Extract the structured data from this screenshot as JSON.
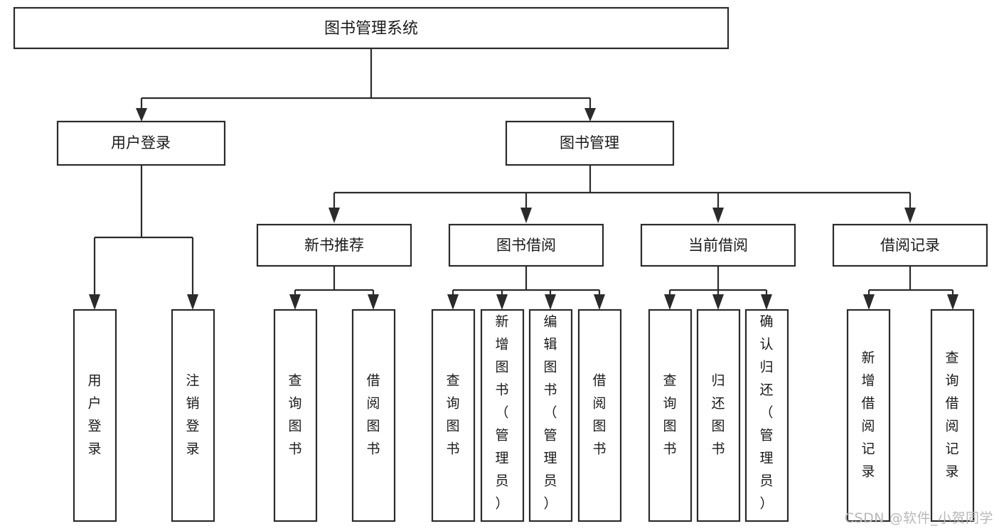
{
  "diagram": {
    "type": "tree-hierarchy-flowchart",
    "title": "图书管理系统",
    "orientation": "top-down",
    "watermark": "CSDN @软件_小贺同学",
    "colors": {
      "box_fill": "#ffffff",
      "box_stroke": "#2b2b2b",
      "text": "#1a1a1a",
      "background": "#ffffff",
      "watermark": "#b8b8b8"
    },
    "levels": {
      "root": "图书管理系统",
      "level2": [
        "用户登录",
        "图书管理"
      ],
      "level3": [
        "新书推荐",
        "图书借阅",
        "当前借阅",
        "借阅记录"
      ],
      "leaves": [
        "用户登录",
        "注销登录",
        "查询图书",
        "借阅图书",
        "查询图书",
        "新增图书（管理员）",
        "编辑图书（管理员）",
        "借阅图书",
        "查询图书",
        "归还图书",
        "确认归还（管理员）",
        "新增借阅记录",
        "查询借阅记录"
      ]
    },
    "nodes": {
      "root": {
        "label": "图书管理系统"
      },
      "user_login": {
        "label": "用户登录"
      },
      "book_manage": {
        "label": "图书管理"
      },
      "new_book_rec": {
        "label": "新书推荐"
      },
      "book_borrow": {
        "label": "图书借阅"
      },
      "current_borrow": {
        "label": "当前借阅"
      },
      "borrow_record": {
        "label": "借阅记录"
      }
    },
    "leaf_nodes": {
      "login_user": {
        "label": "用户登录"
      },
      "logout_user": {
        "label": "注销登录"
      },
      "rec_query_book": {
        "label": "查询图书"
      },
      "rec_borrow_book": {
        "label": "借阅图书"
      },
      "bb_query_book": {
        "label": "查询图书"
      },
      "bb_add_book": {
        "label": "新增图书（管理员）"
      },
      "bb_edit_book": {
        "label": "编辑图书（管理员）"
      },
      "bb_borrow_book": {
        "label": "借阅图书"
      },
      "cb_query_book": {
        "label": "查询图书"
      },
      "cb_return_book": {
        "label": "归还图书"
      },
      "cb_confirm_return": {
        "label": "确认归还（管理员）"
      },
      "br_add_record": {
        "label": "新增借阅记录"
      },
      "br_query_record": {
        "label": "查询借阅记录"
      }
    }
  }
}
